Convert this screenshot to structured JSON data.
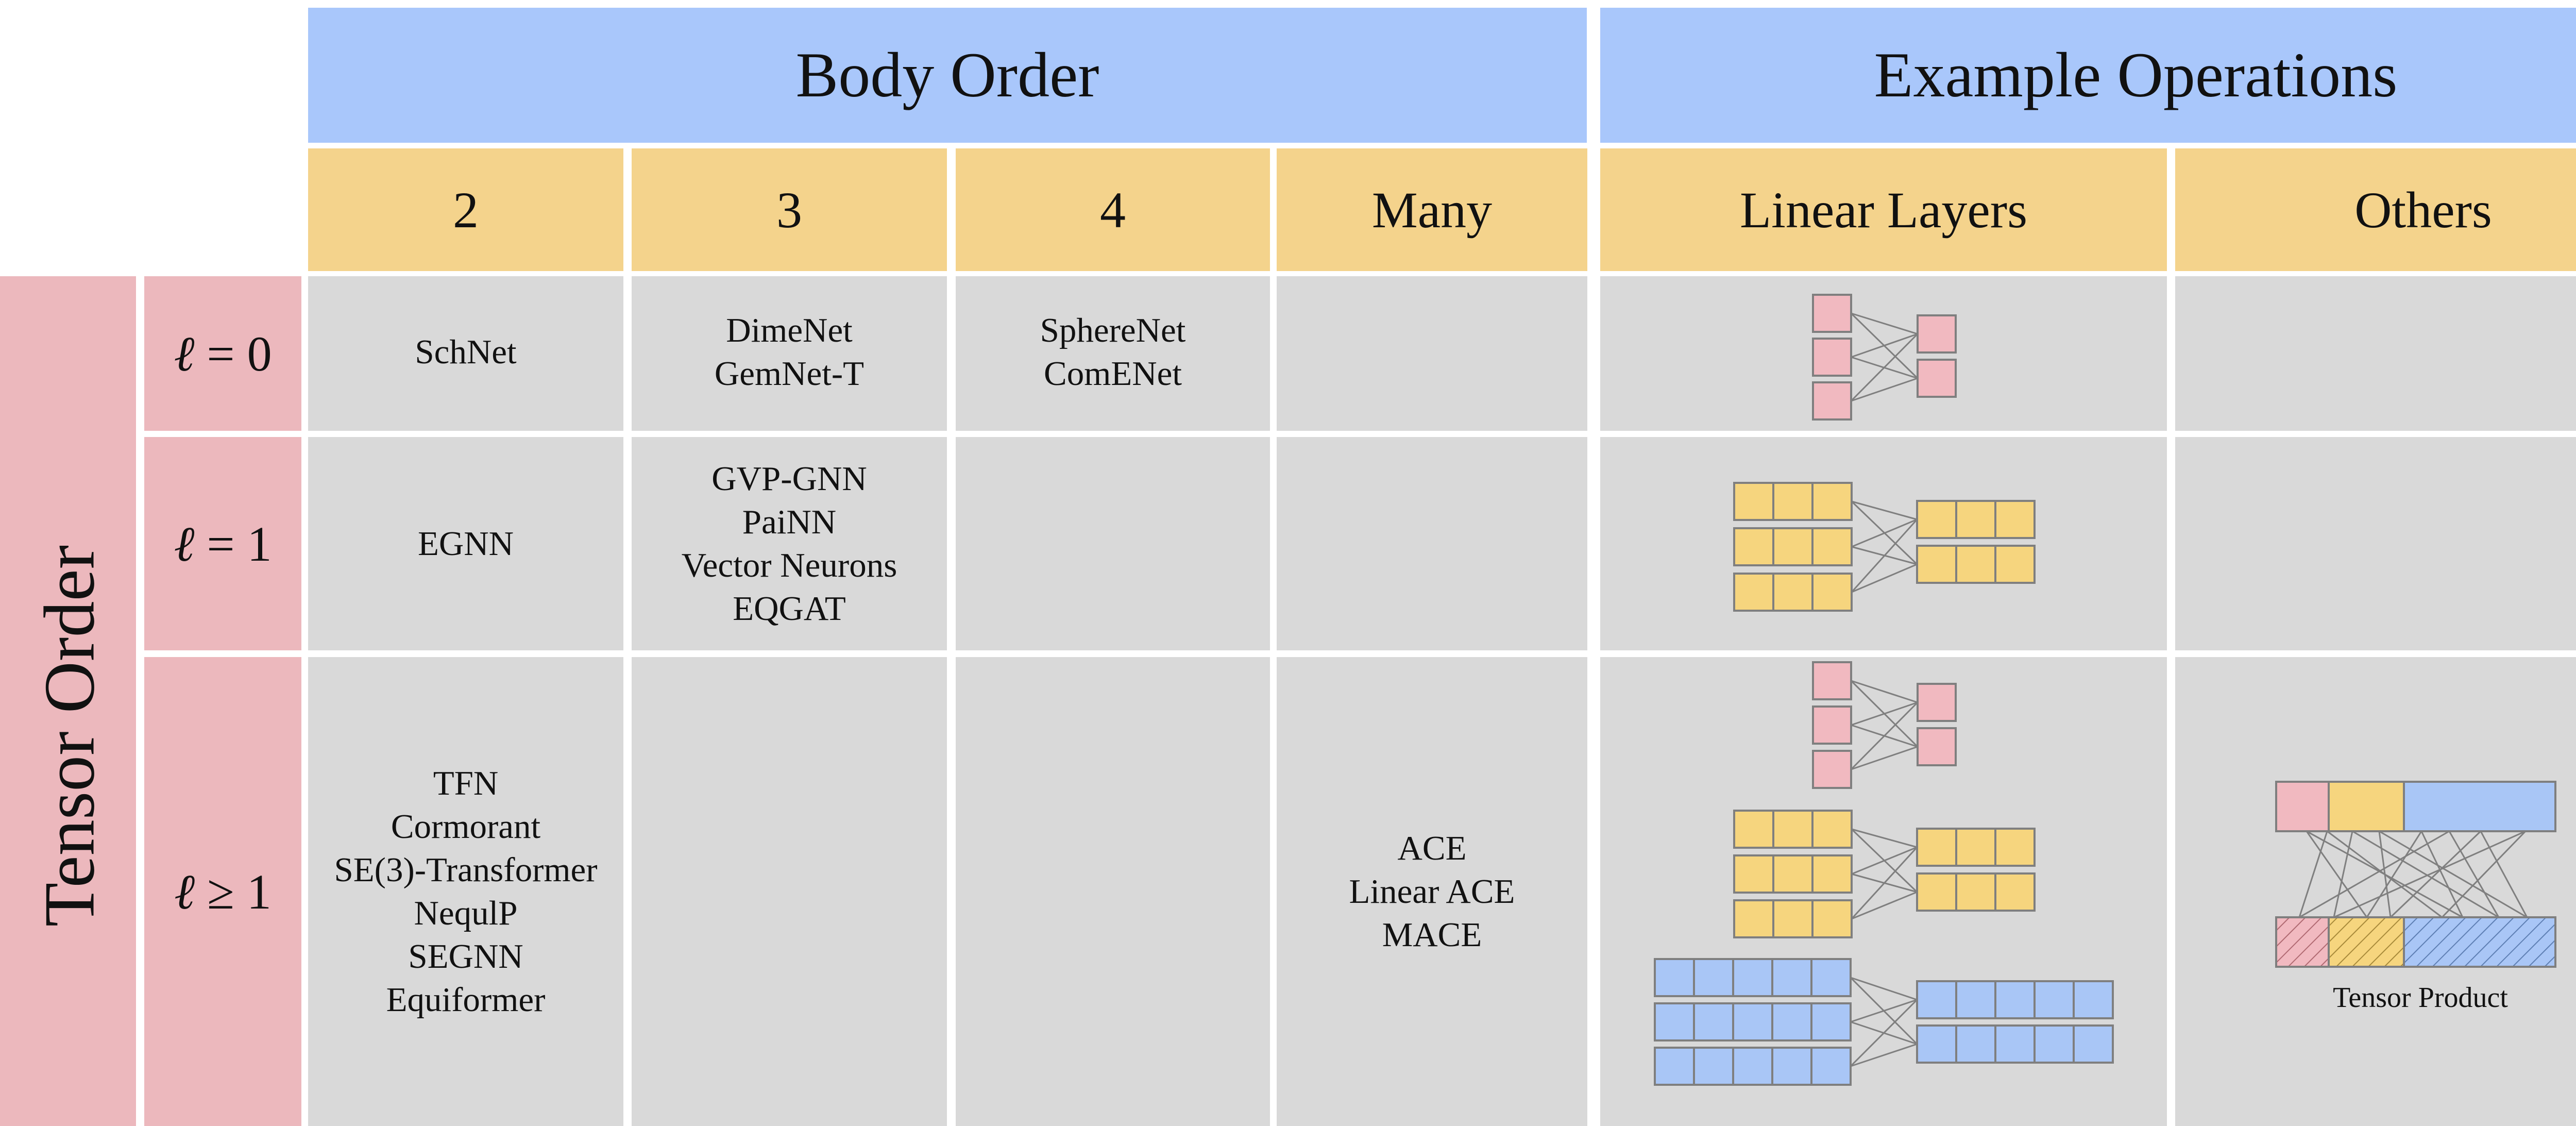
{
  "headers": {
    "body_order": "Body Order",
    "example_operations": "Example Operations",
    "tensor_order": "Tensor Order"
  },
  "columns": {
    "c2": "2",
    "c3": "3",
    "c4": "4",
    "many": "Many",
    "linear_layers": "Linear Layers",
    "others": "Others"
  },
  "rows": {
    "l0": {
      "ell": "ℓ",
      "rel": " = ",
      "val": "0"
    },
    "l1": {
      "ell": "ℓ",
      "rel": " = ",
      "val": "1"
    },
    "lge1": {
      "ell": "ℓ",
      "rel": " ≥ ",
      "val": "1"
    }
  },
  "models": {
    "l0_c2": [
      "SchNet"
    ],
    "l0_c3": [
      "DimeNet",
      "GemNet-T"
    ],
    "l0_c4": [
      "SphereNet",
      "ComENet"
    ],
    "l1_c2": [
      "EGNN"
    ],
    "l1_c3": [
      "GVP-GNN",
      "PaiNN",
      "Vector Neurons",
      "EQGAT"
    ],
    "lge1_c2": [
      "TFN",
      "Cormorant",
      "SE(3)-Transformer",
      "NequlP",
      "SEGNN",
      "Equiformer"
    ],
    "lge1_many": [
      "ACE",
      "Linear ACE",
      "MACE"
    ]
  },
  "others_caption": "Tensor Product",
  "colors": {
    "header_blue": "#a9c7fb",
    "header_yellow": "#f4d38c",
    "tensor_pink": "#ecb8bd",
    "cell_grey": "#d9d9d9",
    "node_pink": "#f1b9c0",
    "node_yellow": "#f6d57e",
    "node_blue": "#a9c6f6"
  }
}
